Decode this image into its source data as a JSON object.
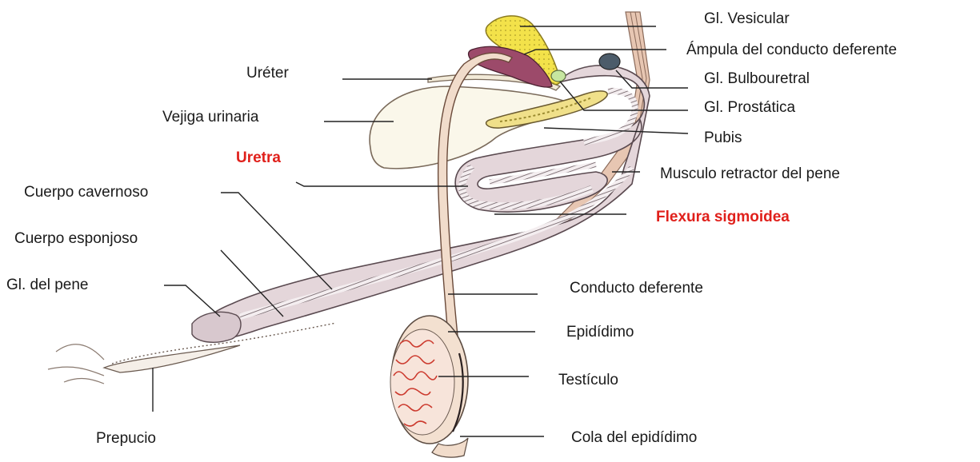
{
  "colors": {
    "label_text": "#1a1a1a",
    "highlight_text": "#e0201b",
    "leader_line": "#222222",
    "penis_fill": "#e4d6da",
    "deferent_fill": "#f1dccb",
    "seminal_vesicle_fill": "#f3e24a",
    "ampulla_fill": "#9c4a6a",
    "prostate_fill": "#f0e08a",
    "bulbourethral_fill": "#4c5c6a",
    "bladder_fill": "#faf7ea",
    "testis_fill": "#f7e4da",
    "tubule_color": "#cc3a2e"
  },
  "labels": {
    "vesicular": "Gl. Vesicular",
    "ampula": "Ámpula del conducto deferente",
    "bulbouretral": "Gl. Bulbouretral",
    "prostatica": "Gl. Prostática",
    "pubis": "Pubis",
    "retractor": "Musculo retractor del pene",
    "flexura": "Flexura sigmoidea",
    "ureter": "Uréter",
    "vejiga": "Vejiga urinaria",
    "uretra": "Uretra",
    "cavernoso": "Cuerpo cavernoso",
    "esponjoso": "Cuerpo esponjoso",
    "glande": "Gl. del pene",
    "prepucio": "Prepucio",
    "deferente": "Conducto deferente",
    "epididimo": "Epidídimo",
    "testiculo": "Testículo",
    "cola": "Cola del epidídimo"
  }
}
